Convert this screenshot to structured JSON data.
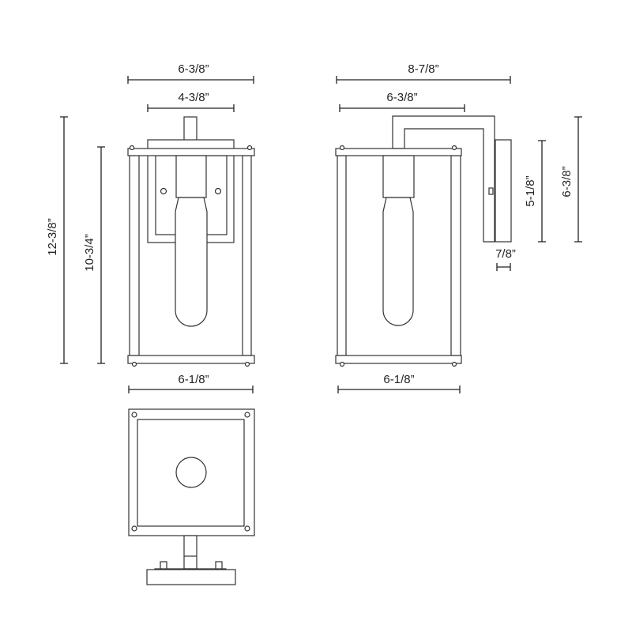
{
  "dimensions": {
    "front_overall_width": "6-3/8”",
    "front_backplate_width": "4-3/8”",
    "front_overall_height": "12-3/8”",
    "front_body_height": "10-3/4”",
    "front_base_width": "6-1/8”",
    "side_overall_extension": "8-7/8”",
    "side_arm_extension": "6-3/8”",
    "side_backplate_height": "6-3/8”",
    "side_arm_height": "5-1/8”",
    "side_backplate_depth": "7/8”",
    "side_base_width": "6-1/8”"
  },
  "colors": {
    "line": "#333333",
    "background": "#ffffff"
  }
}
